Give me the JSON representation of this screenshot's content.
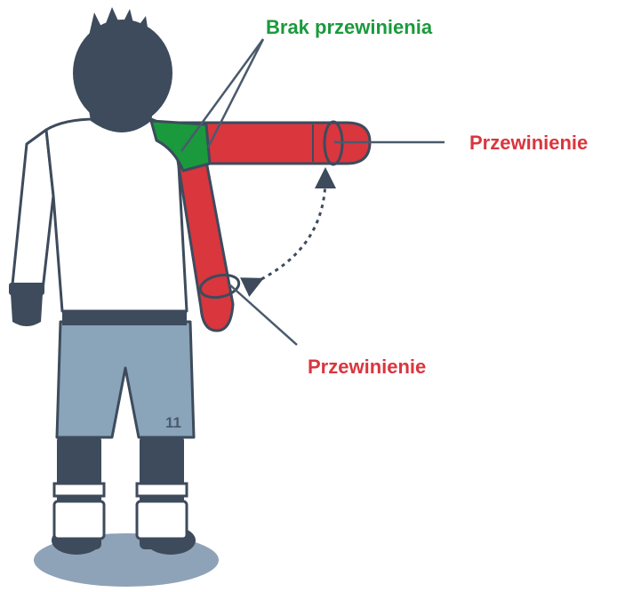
{
  "labels": {
    "no_offence": "Brak przewinienia",
    "offence_extended_arm": "Przewinienie",
    "offence_lower_arm": "Przewinienie"
  },
  "player": {
    "shirt_number": "11"
  },
  "colors": {
    "offence": "#d9363e",
    "no_offence": "#1a9a3c",
    "outline": "#3d4b5c",
    "shorts": "#8aa4ba",
    "shadow": "#8ea3b8"
  }
}
